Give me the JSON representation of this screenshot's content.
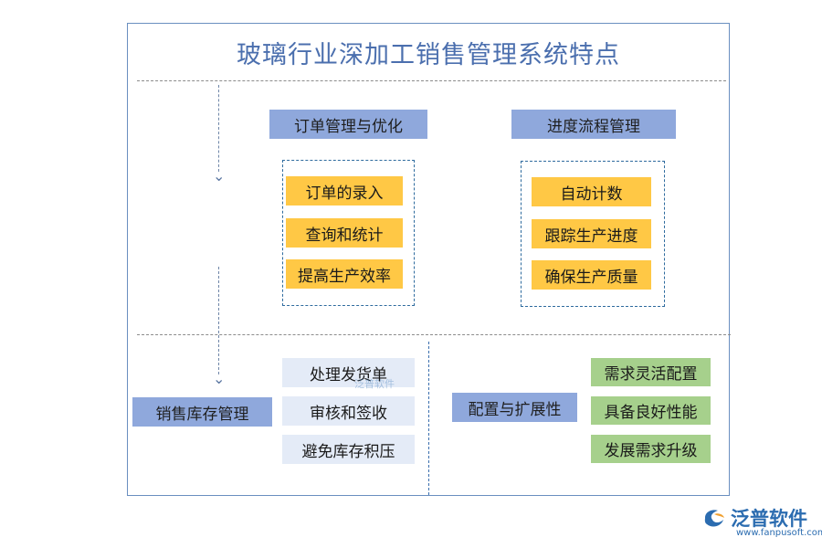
{
  "title": "玻璃行业深加工销售管理系统特点",
  "sections": {
    "order": {
      "label": "订单管理与优化",
      "items": [
        "订单的录入",
        "查询和统计",
        "提高生产效率"
      ]
    },
    "progress": {
      "label": "进度流程管理",
      "items": [
        "自动计数",
        "跟踪生产进度",
        "确保生产质量"
      ]
    },
    "inventory": {
      "label": "销售库存管理",
      "items": [
        "处理发货单",
        "审核和签收",
        "避免库存积压"
      ]
    },
    "config": {
      "label": "配置与扩展性",
      "items": [
        "需求灵活配置",
        "具备良好性能",
        "发展需求升级"
      ]
    }
  },
  "branding": {
    "logo_text": "泛普软件",
    "url": "www.fanpusoft.com",
    "watermark": "泛普软件"
  },
  "colors": {
    "label_blue": "#8fa8dc",
    "yellow": "#ffc845",
    "light_blue": "#e4ebf7",
    "green": "#a6d08c",
    "title": "#4b6fae"
  }
}
